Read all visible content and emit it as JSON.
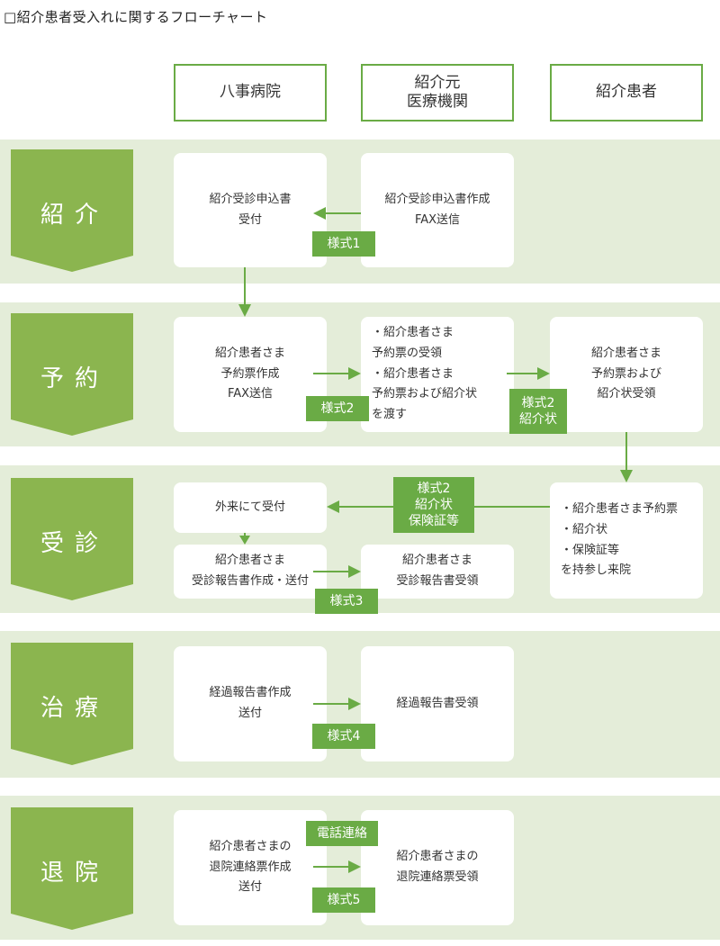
{
  "title": "□紹介患者受入れに関するフローチャート",
  "columns": {
    "hospital": "八事病院",
    "referrer": "紹介元\n医療機関",
    "patient": "紹介患者"
  },
  "stages": {
    "s1": "紹介",
    "s2": "予約",
    "s3": "受診",
    "s4": "治療",
    "s5": "退院"
  },
  "boxes": {
    "b1a": "紹介受診申込書\n受付",
    "b1b": "紹介受診申込書作成\nFAX送信",
    "b2a": "紹介患者さま\n予約票作成\nFAX送信",
    "b2b": "・紹介患者さま\n  予約票の受領\n・紹介患者さま\n  予約票および紹介状\n  を渡す",
    "b2c": "紹介患者さま\n予約票および\n紹介状受領",
    "b3a": "外来にて受付",
    "b3b": "紹介患者さま\n受診報告書作成・送付",
    "b3c": "紹介患者さま\n受診報告書受領",
    "b3d": "・紹介患者さま予約票\n・紹介状\n・保険証等\n  を持参し来院",
    "b4a": "経過報告書作成\n送付",
    "b4b": "経過報告書受領",
    "b5a": "紹介患者さまの\n退院連絡票作成\n送付",
    "b5b": "紹介患者さまの\n退院連絡票受領"
  },
  "tags": {
    "t1": "様式1",
    "t2": "様式2",
    "t2b": "様式2\n紹介状",
    "t3top": "様式2\n紹介状\n保険証等",
    "t3": "様式3",
    "t4": "様式4",
    "t5phone": "電話連絡",
    "t5": "様式5"
  },
  "colors": {
    "accent": "#6aab45",
    "band": "#e4edd9",
    "stage": "#8bb54f"
  }
}
